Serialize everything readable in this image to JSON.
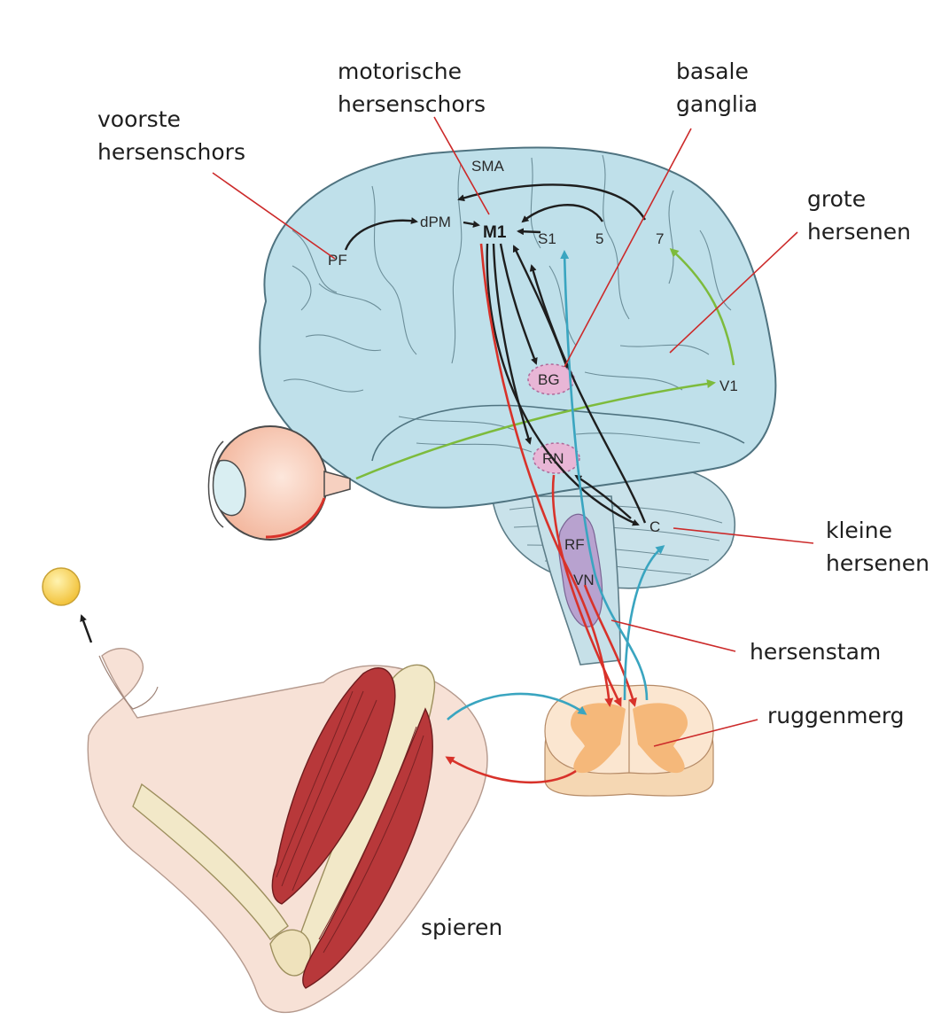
{
  "callouts": {
    "voorste": {
      "line1": "voorste",
      "line2": "hersenschors"
    },
    "motorische": {
      "line1": "motorische",
      "line2": "hersenschors"
    },
    "basale": {
      "line1": "basale",
      "line2": "ganglia"
    },
    "grote": {
      "line1": "grote",
      "line2": "hersenen"
    },
    "kleine": {
      "line1": "kleine",
      "line2": "hersenen"
    },
    "hersenstam": "hersenstam",
    "ruggenmerg": "ruggenmerg",
    "spieren": "spieren"
  },
  "regions": {
    "sma": "SMA",
    "dpm": "dPM",
    "m1": "M1",
    "s1": "S1",
    "area5": "5",
    "area7": "7",
    "pf": "PF",
    "bg": "BG",
    "rn": "RN",
    "rf": "RF",
    "vn": "VN",
    "v1": "V1",
    "c": "C"
  },
  "colors": {
    "brain": "#bfe0ea",
    "cerebellum": "#c9e2ea",
    "pathway_motor": "#d8322a",
    "pathway_sensory": "#3aa5c0",
    "pathway_visual": "#7dbb3c",
    "pathway_internal": "#1e1e1e",
    "nucleus_pink": "#e8b6d6",
    "nucleus_purple": "#b8a2cf",
    "spinal_gray": "#f5b87a",
    "target": "#f7cf52",
    "leader": "#cc2a2a"
  }
}
